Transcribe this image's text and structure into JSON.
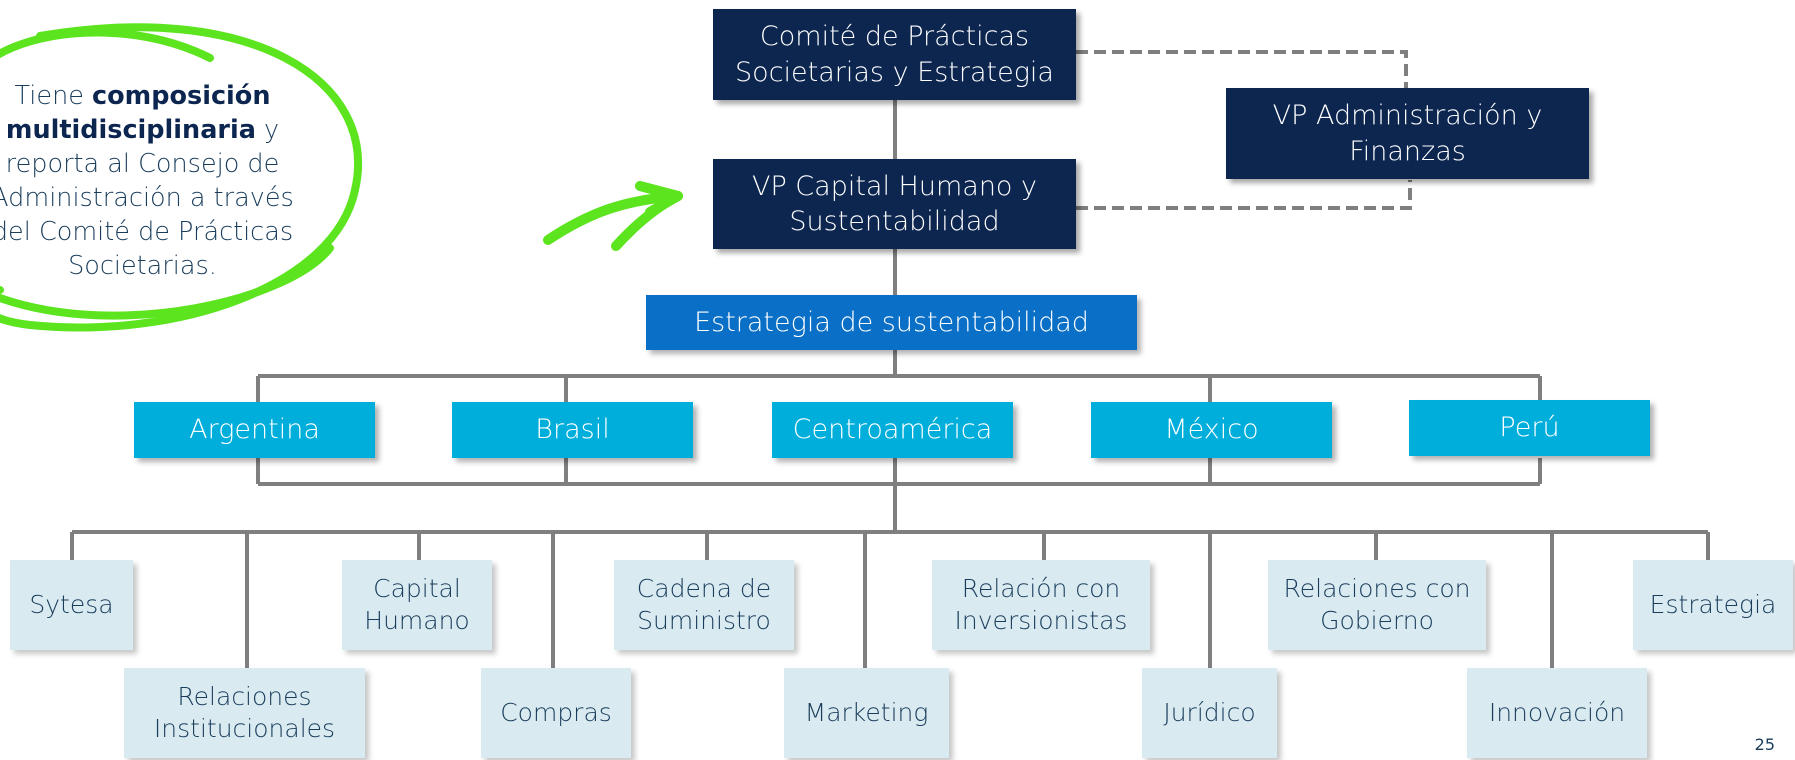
{
  "top": {
    "committee": "Comité de Prácticas Societarias y Estrategia",
    "vp_admin": "VP Administración y Finanzas",
    "vp_hr": "VP Capital Humano y Sustentabilidad",
    "strategy": "Estrategia de sustentabilidad"
  },
  "countries": [
    "Argentina",
    "Brasil",
    "Centroamérica",
    "México",
    "Perú"
  ],
  "areas_upper": [
    "Sytesa",
    "Capital Humano",
    "Cadena de Suministro",
    "Relación con Inversionistas",
    "Relaciones con Gobierno",
    "Estrategia"
  ],
  "areas_lower": [
    "Relaciones Institucionales",
    "Compras",
    "Marketing",
    "Jurídico",
    "Innovación"
  ],
  "note": {
    "pre": "Tiene ",
    "bold": "composición multidisciplinaria",
    "post": " y reporta al Consejo de Administración a través del Comité de Prácticas Societarias."
  },
  "page_number": "25",
  "colors": {
    "navy": "#0c2650",
    "strategy_blue": "#0a6fc6",
    "country_cyan": "#00aedb",
    "area_light": "#d9eaf0",
    "highlight_green": "#5ce41e",
    "connector_gray": "#7f7f7f"
  },
  "icons": [
    "green-arrow-icon",
    "green-scribble-circle-icon"
  ]
}
